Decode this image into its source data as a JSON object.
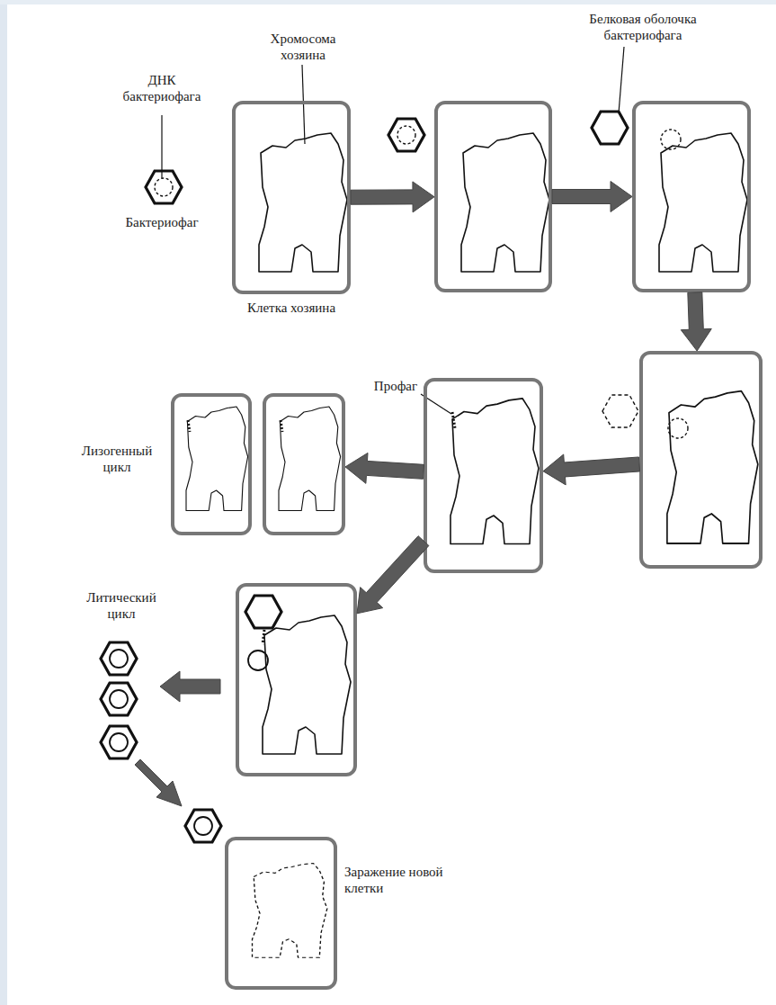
{
  "diagram": {
    "nodes": [
      {
        "text": [
          "Клетка хозяина"
        ]
      },
      {
        "text": []
      },
      {
        "text": []
      },
      {
        "text": []
      },
      {
        "text": []
      },
      {
        "text": []
      },
      {
        "text": []
      },
      {
        "text": []
      },
      {
        "text": [
          "Заражение новой клетки"
        ]
      }
    ],
    "edges": [
      {
        "from": 0,
        "to": 1,
        "arrow": "to"
      },
      {
        "from": 1,
        "to": 2,
        "arrow": "to"
      },
      {
        "from": 2,
        "to": 3,
        "arrow": "to"
      },
      {
        "from": 3,
        "to": 4,
        "arrow": "to"
      },
      {
        "from": 4,
        "to": 6,
        "arrow": "to"
      },
      {
        "from": 4,
        "to": 7,
        "arrow": "to"
      }
    ],
    "labels": [
      "ДНК бактериофага",
      "Хромосома хозяина",
      "Белковая оболочка бактериофага",
      "Бактериофаг",
      "Профаг",
      "Лизогенный цикл",
      "Литический цикл"
    ]
  }
}
